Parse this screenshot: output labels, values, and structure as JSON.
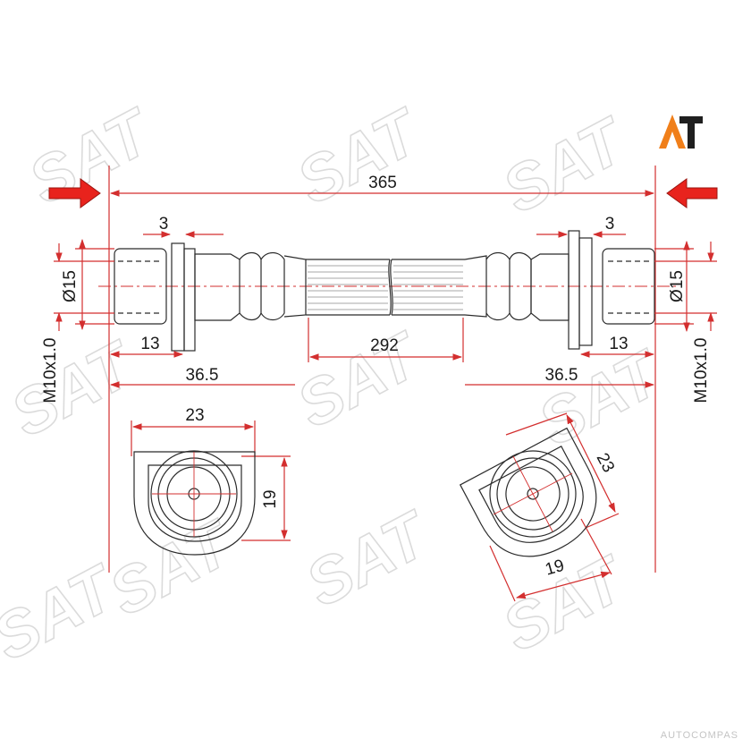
{
  "brand": {
    "corner_logo": "AT",
    "watermark": "SAT",
    "footer_logo": "AUTOCOMPAS",
    "colors": {
      "dimension": "#d32f2f",
      "arrow": "#e8231d",
      "outline": "#2b2b2b",
      "logo_orange": "#f07f1a",
      "logo_black": "#1f1f1f",
      "watermark": "#d7d7d7"
    }
  },
  "dimensions": {
    "overall_length": "365",
    "hose_length": "292",
    "left_fitting_length": "36.5",
    "right_fitting_length": "36.5",
    "left_flange_thickness": "3",
    "right_flange_thickness": "3",
    "left_thread_length": "13",
    "right_thread_length": "13",
    "left_diameter": "Ø15",
    "right_diameter": "Ø15",
    "left_thread": "M10x1.0",
    "right_thread": "M10x1.0",
    "left_bracket_width": "23",
    "left_bracket_height": "19",
    "right_bracket_width": "23",
    "right_bracket_height": "19"
  }
}
